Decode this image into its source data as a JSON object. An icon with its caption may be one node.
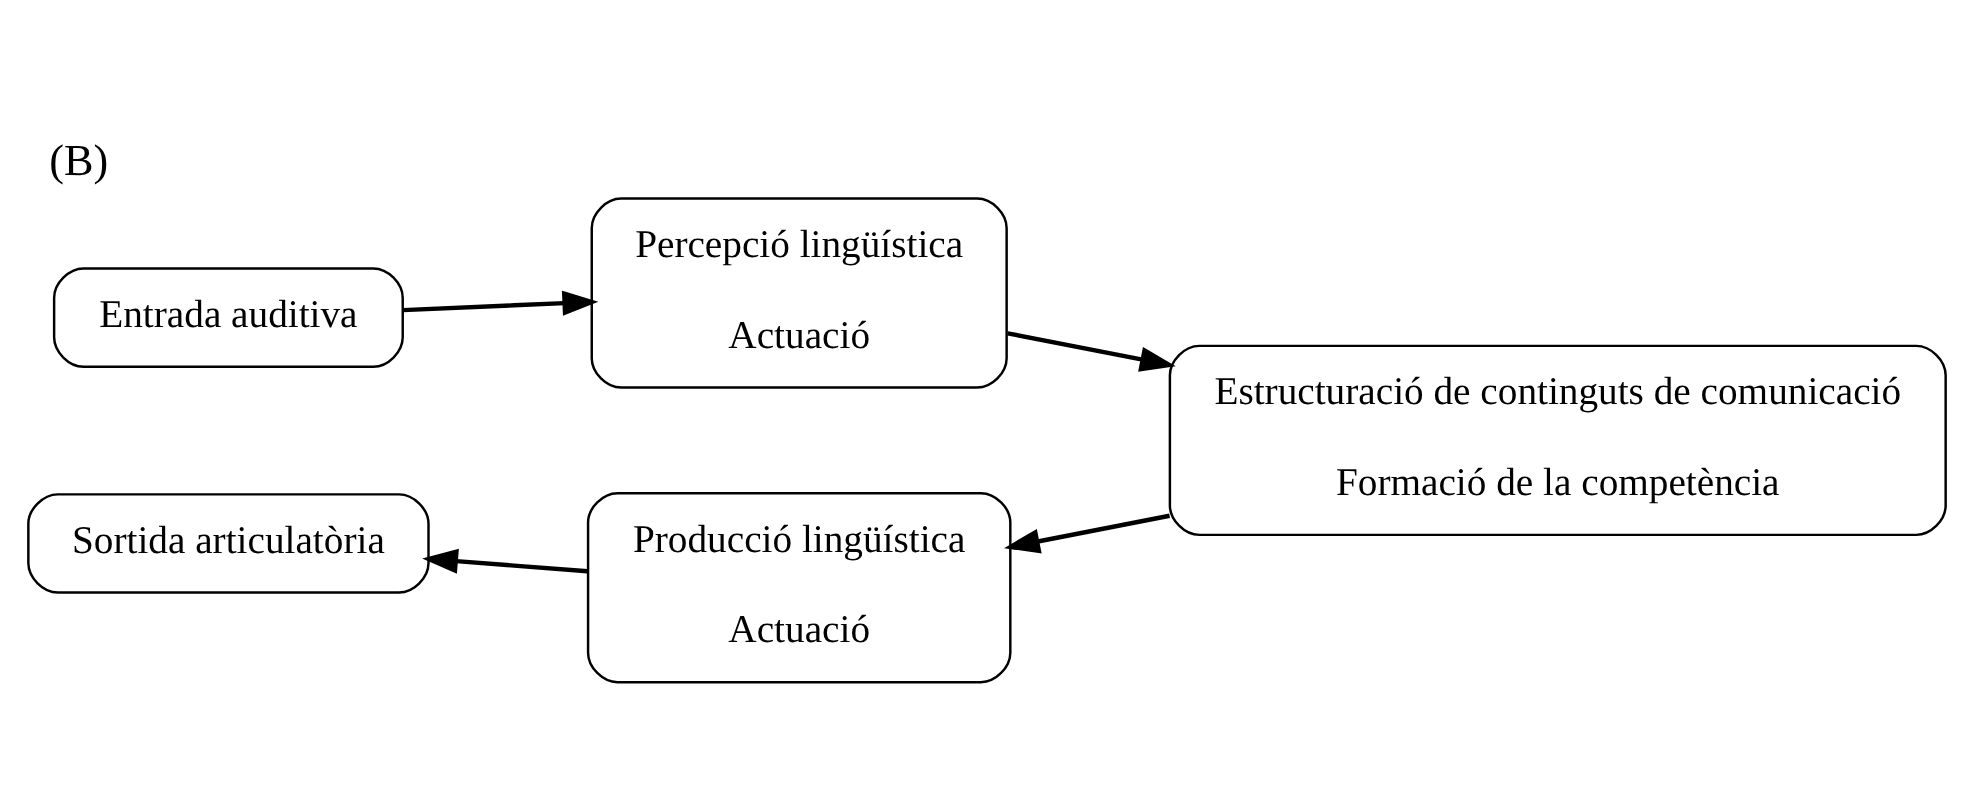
{
  "diagram": {
    "title": "(B)",
    "nodes": [
      {
        "text": [
          "Entrada auditiva"
        ]
      },
      {
        "text": [
          "Percepció lingüística",
          "Actuació"
        ]
      },
      {
        "text": [
          "Estructuració de continguts de comunicació",
          "Formació de la competència"
        ]
      },
      {
        "text": [
          "Producció lingüística",
          "Actuació"
        ]
      },
      {
        "text": [
          "Sortida articulatòria"
        ]
      }
    ],
    "edges": [
      {
        "from": 0,
        "to": 1,
        "arrow": "to"
      },
      {
        "from": 1,
        "to": 2,
        "arrow": "to"
      },
      {
        "from": 2,
        "to": 3,
        "arrow": "to"
      },
      {
        "from": 3,
        "to": 4,
        "arrow": "to"
      }
    ]
  }
}
